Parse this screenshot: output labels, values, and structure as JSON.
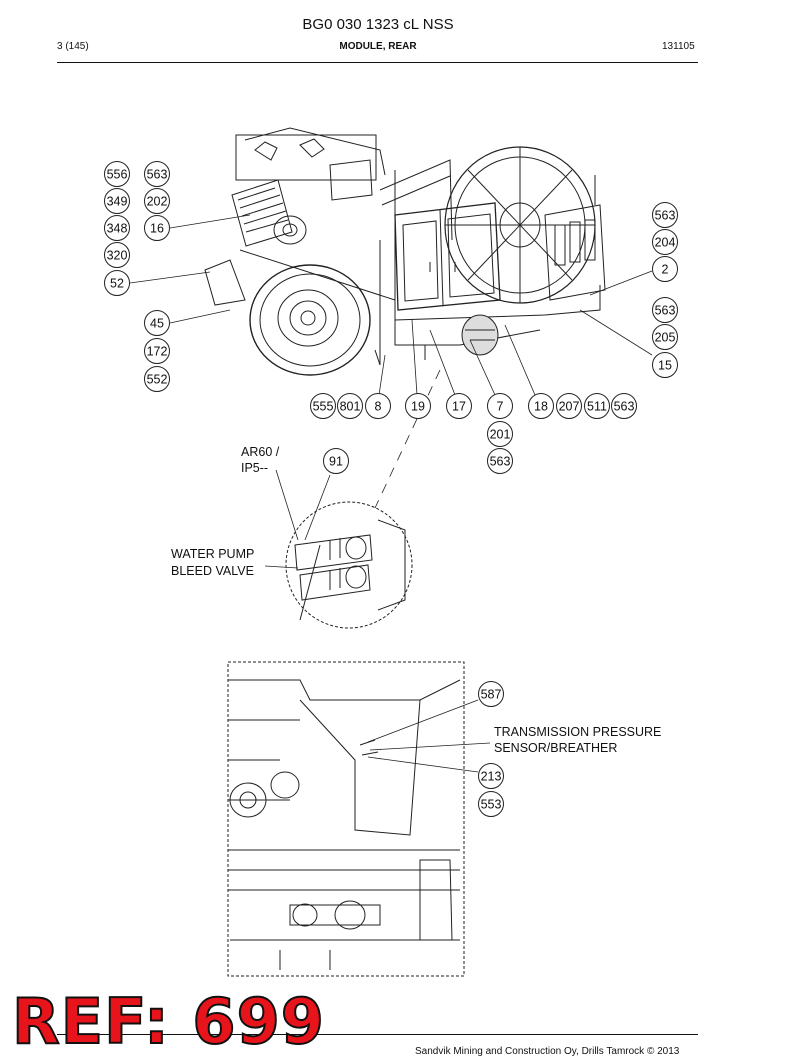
{
  "header": {
    "doc_title": "BG0 030 1323 cL NSS",
    "page": "3 (145)",
    "section": "MODULE, REAR",
    "doc_number": "131105"
  },
  "balloons_top": [
    "556",
    "563",
    "349",
    "202",
    "348",
    "16",
    "320",
    "52",
    "45",
    "172",
    "552",
    "563",
    "204",
    "2",
    "563",
    "205",
    "15"
  ],
  "balloons_row": [
    "555",
    "801",
    "8",
    "19",
    "17",
    "7",
    "18",
    "207",
    "511",
    "563"
  ],
  "balloons_extra": [
    "201",
    "563",
    "91"
  ],
  "balloons_bottom": [
    "587",
    "213",
    "553"
  ],
  "labels": {
    "ar60": "AR60 /",
    "ip5": "IP5--",
    "water_pump_1": "WATER PUMP",
    "water_pump_2": "BLEED VALVE",
    "trans_1": "TRANSMISSION PRESSURE",
    "trans_2": "SENSOR/BREATHER"
  },
  "ref_stamp": "REF: 699",
  "footer": "Sandvik Mining and Construction Oy, Drills Tamrock © 2013"
}
